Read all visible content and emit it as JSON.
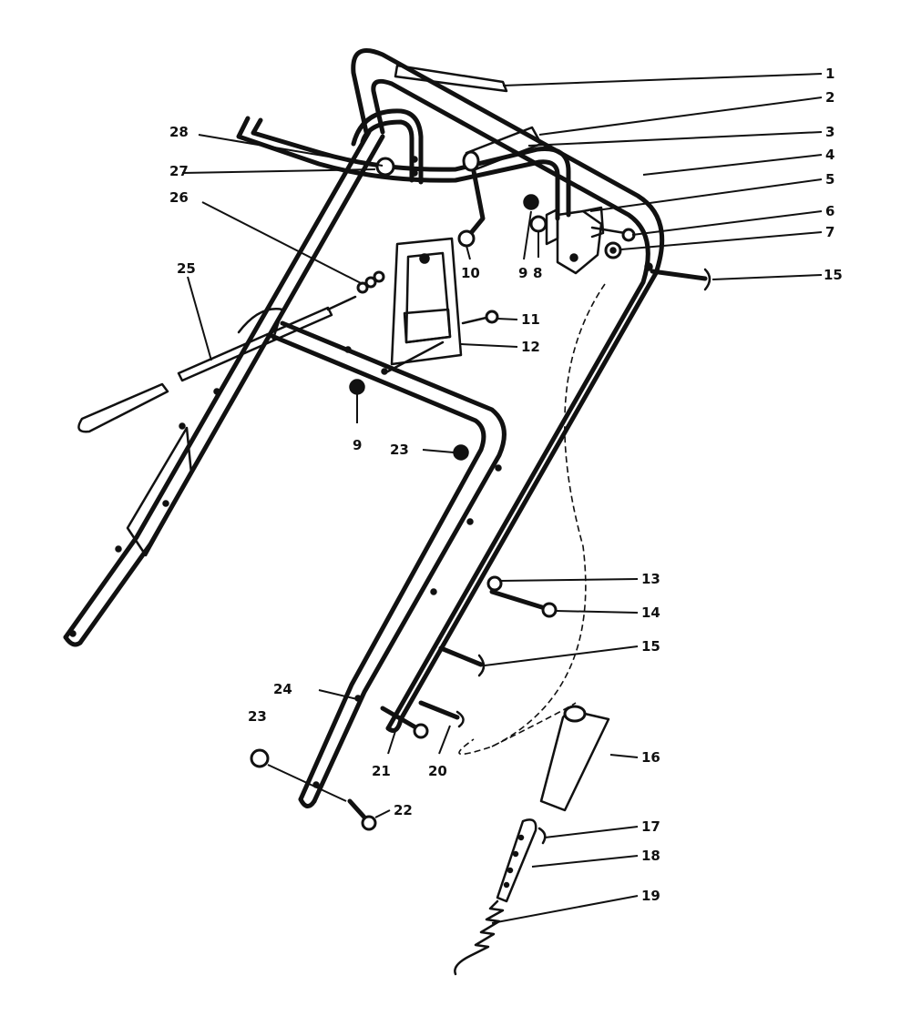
{
  "callouts": {
    "c1": "1",
    "c2": "2",
    "c3": "3",
    "c4": "4",
    "c5": "5",
    "c6": "6",
    "c7": "7",
    "c8": "8",
    "c9a": "9",
    "c9b": "9",
    "c10": "10",
    "c11": "11",
    "c12": "12",
    "c13": "13",
    "c14": "14",
    "c15a": "15",
    "c15b": "15",
    "c16": "16",
    "c17": "17",
    "c18": "18",
    "c19": "19",
    "c20": "20",
    "c21": "21",
    "c22": "22",
    "c23a": "23",
    "c23b": "23",
    "c24": "24",
    "c25": "25",
    "c26": "26",
    "c27": "27",
    "c28": "28"
  }
}
